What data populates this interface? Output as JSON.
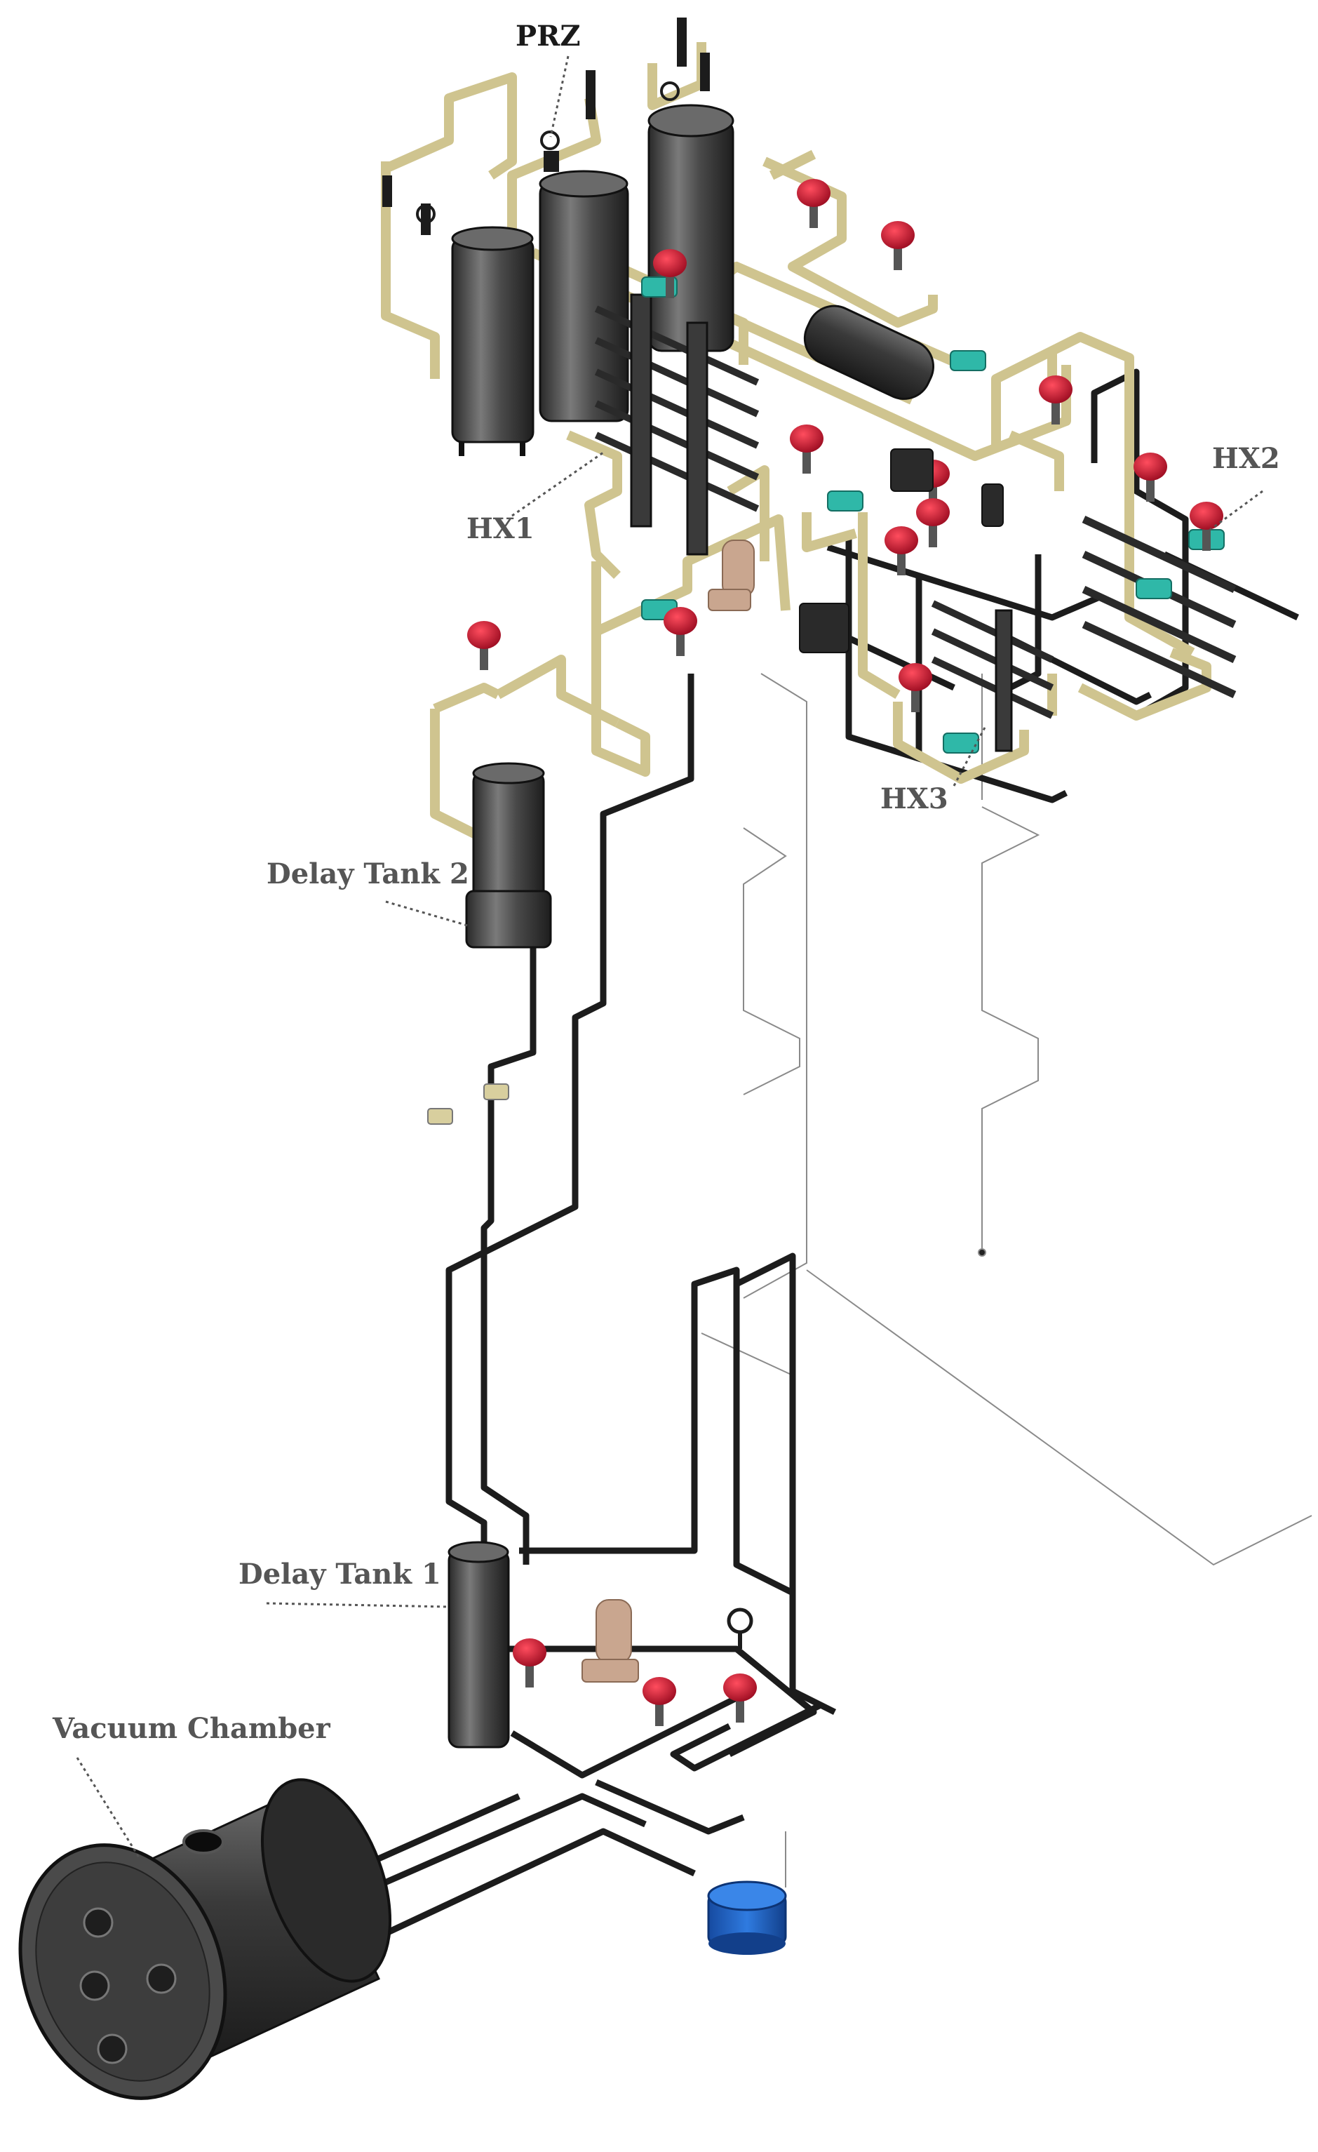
{
  "labels": {
    "prz": "PRZ",
    "hx1": "HX1",
    "hx2": "HX2",
    "hx3": "HX3",
    "delay_tank_2": "Delay Tank 2",
    "delay_tank_1": "Delay Tank 1",
    "vacuum_chamber": "Vacuum Chamber"
  },
  "colors": {
    "yellow_pipe": "#d8cf9e",
    "black_pipe": "#1c1c1c",
    "tank_gray": "#4a4a4a",
    "valve_red": "#c8102e",
    "teal_fitting": "#2fb8a8",
    "tan_pump": "#c9a68f",
    "blue_tank": "#1f63c8",
    "leader": "#555555"
  }
}
